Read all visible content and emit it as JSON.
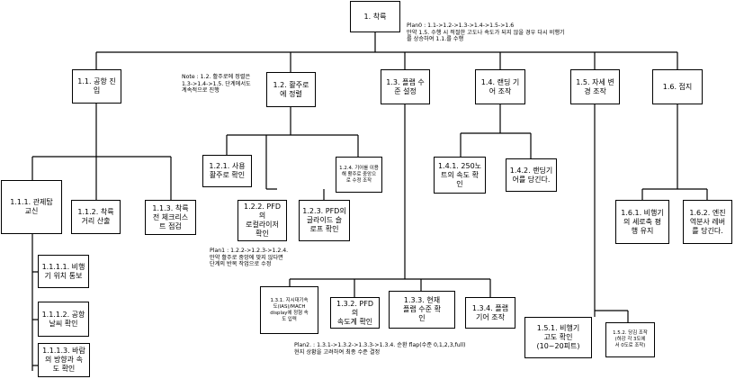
{
  "nodes": {
    "n1": "1. 착륙",
    "n1_1": "1.1. 공항 진\n입",
    "n1_2": "1.2. 활주로\n에 정렬",
    "n1_3": "1.3. 플랩 수\n준 설정",
    "n1_4": "1.4. 랜딩 기\n어 조작",
    "n1_5": "1.5. 자세 변\n경 조작",
    "n1_6": "1.6. 접지",
    "n1_1_1": "1.1.1. 관제탑\n교신",
    "n1_1_2": "1.1.2. 착륙\n거리 산출",
    "n1_1_3": "1.1.3. 착륙\n전 체크리스\n트 점검",
    "n1_1_1_1": "1.1.1.1. 비행\n기 위치 통보",
    "n1_1_1_2": "1.1.1.2. 공항\n날씨 확인",
    "n1_1_1_3": "1.1.1.3. 바람\n의 방향과 속\n도 확인",
    "n1_2_1": "1.2.1. 사용\n활주로 확인",
    "n1_2_2": "1.2.2. PFD의\n로컬라이저\n확인",
    "n1_2_3": "1.2.3. PFD의\n글라이드 슬\n로프 확인",
    "n1_2_4": "1.2.4. 기어를 이용\n해 활주로 중앙으\n로 수정 조작",
    "n1_3_1": "1.3.1. 지시대기속\n도(IAS)/MACH\ndisplay에 정형 속\n도 입력",
    "n1_3_2": "1.3.2. PFD의\n속도계 확인",
    "n1_3_3": "1.3.3. 현재\n플랩 수준 확\n인",
    "n1_3_4": "1.3.4. 플랩\n기어 조작",
    "n1_4_1": "1.4.1. 250노\n트의 속도 확\n인",
    "n1_4_2": "1.4.2. 랜딩기\n어를 당긴다.",
    "n1_5_1": "1.5.1. 비행기\n고도 확인\n(10~20피트)",
    "n1_5_2": "1.5.2. 당김 조작\n(하강 각 3도에\n서 0도로 조작)",
    "n1_6_1": "1.6.1. 비행기\n의 세로축 평\n행 유지",
    "n1_6_2": "1.6.2. 엔진\n역분사 레버\n를 당긴다."
  },
  "notes": {
    "plan0": "Plan0 : 1.1->1.2->1.3->1.4->1.5->1.6\n만약 1.5. 수행 시 적절한 고도나 속도가 되지 않을 경우 다시 비행기\n를 상승하여 1.1.를 수행",
    "note12": "Note : 1.2. 활주로에 정렬은\n1.3->1.4->1.5. 단계에서도\n계속적으로 진행",
    "plan1": "Plan1 : 1.2.2->1.2.3->1.2.4.\n만약 활주로 중앙에 맞지 않다면\n단계의 반복 작업으로 수정",
    "plan2": "Plan2. : 1.3.1->1.3.2->1.3.3->1.3.4. 순환 flap(수준 0,1,2,3,full)\n현지 상황을 고려하여 최종 수준 결정"
  }
}
